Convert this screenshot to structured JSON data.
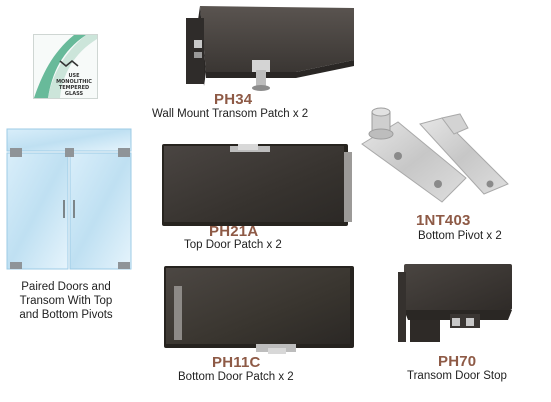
{
  "badge": {
    "line1": "USE",
    "line2": "MONOLITHIC",
    "line3": "TEMPERED",
    "line4": "GLASS"
  },
  "left_caption": {
    "line1": "Paired Doors and",
    "line2": "Transom With Top",
    "line3": "and Bottom Pivots"
  },
  "parts": [
    {
      "code": "PH34",
      "description": "Wall Mount Transom Patch x 2"
    },
    {
      "code": "PH21A",
      "description": "Top Door Patch x 2"
    },
    {
      "code": "1NT403",
      "description": "Bottom Pivot x 2"
    },
    {
      "code": "PH11C",
      "description": "Bottom Door Patch x 2"
    },
    {
      "code": "PH70",
      "description": "Transom Door Stop"
    }
  ],
  "colors": {
    "code_text": "#8e5a46",
    "finish_dark": "#3a3633",
    "glass": "#bfe0f2",
    "badge_accent": "#4fae8a"
  }
}
